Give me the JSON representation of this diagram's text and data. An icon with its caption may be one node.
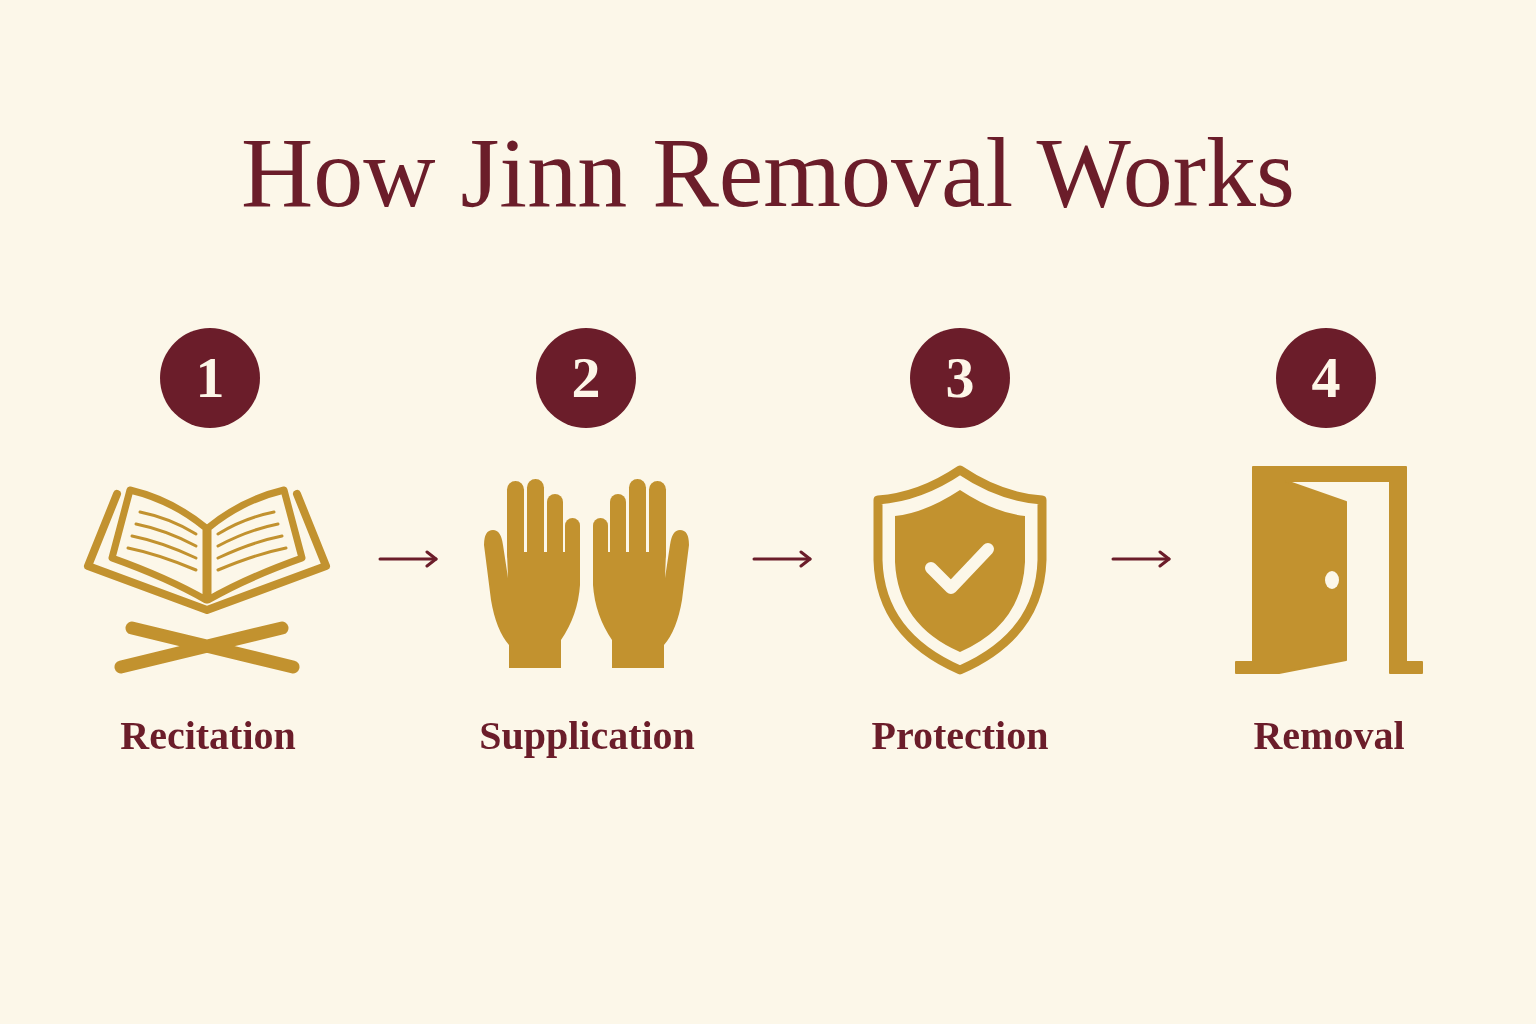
{
  "diagram": {
    "title": "How Jinn Removal Works",
    "nodes": [
      {
        "text": [
          "1"
        ]
      },
      {
        "text": [],
        "shape": "picture",
        "beside": [
          "Recitation"
        ]
      },
      {
        "text": [
          "2"
        ]
      },
      {
        "text": [],
        "shape": "picture",
        "beside": [
          "Supplication"
        ]
      },
      {
        "text": [
          "3"
        ]
      },
      {
        "text": [],
        "shape": "picture",
        "beside": [
          "Protection"
        ]
      },
      {
        "text": [
          "4"
        ]
      },
      {
        "text": [],
        "shape": "picture",
        "beside": [
          "Removal"
        ]
      }
    ],
    "edges": [
      {
        "from": 1,
        "to": 3,
        "arrow": "to"
      },
      {
        "from": 3,
        "to": 5,
        "arrow": "to"
      },
      {
        "from": 5,
        "to": 7,
        "arrow": "to"
      }
    ]
  }
}
